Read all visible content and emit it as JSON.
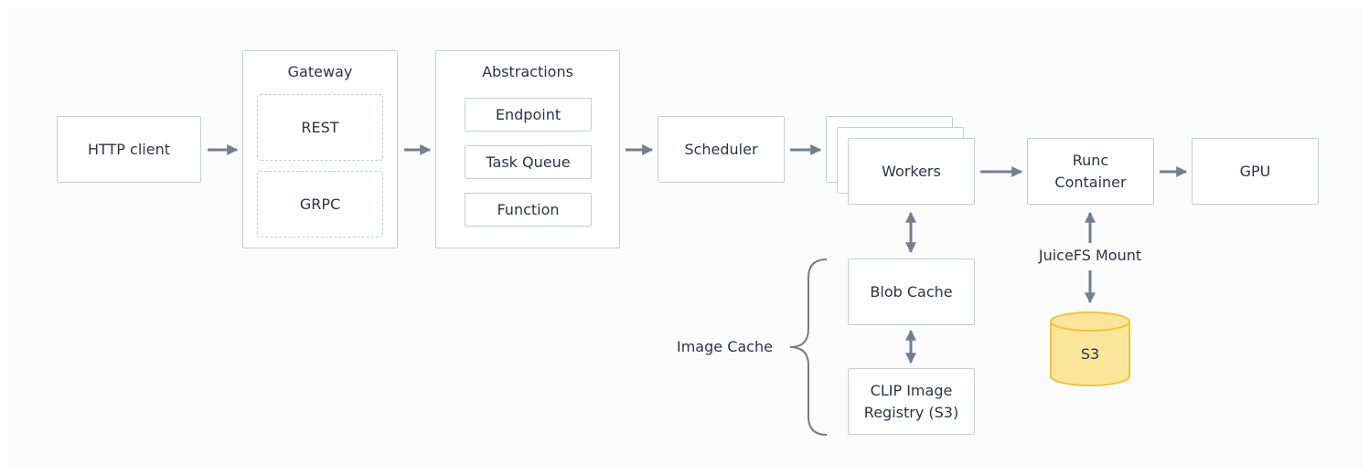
{
  "nodes": {
    "http_client": "HTTP client",
    "gateway": {
      "title": "Gateway",
      "items": [
        "REST",
        "GRPC"
      ]
    },
    "abstractions": {
      "title": "Abstractions",
      "items": [
        "Endpoint",
        "Task Queue",
        "Function"
      ]
    },
    "scheduler": "Scheduler",
    "workers": "Workers",
    "runc_container": "Runc\nContainer",
    "gpu": "GPU",
    "blob_cache": "Blob Cache",
    "clip_registry": "CLIP Image\nRegistry (S3)",
    "s3": "S3"
  },
  "labels": {
    "juicefs_mount": "JuiceFS Mount",
    "image_cache": "Image Cache"
  },
  "colors": {
    "border": "#c6ccd5",
    "arrow": "#737f8c",
    "text": "#2c3444",
    "s3_fill": "#fbe59a",
    "s3_stroke": "#f0c33c"
  }
}
